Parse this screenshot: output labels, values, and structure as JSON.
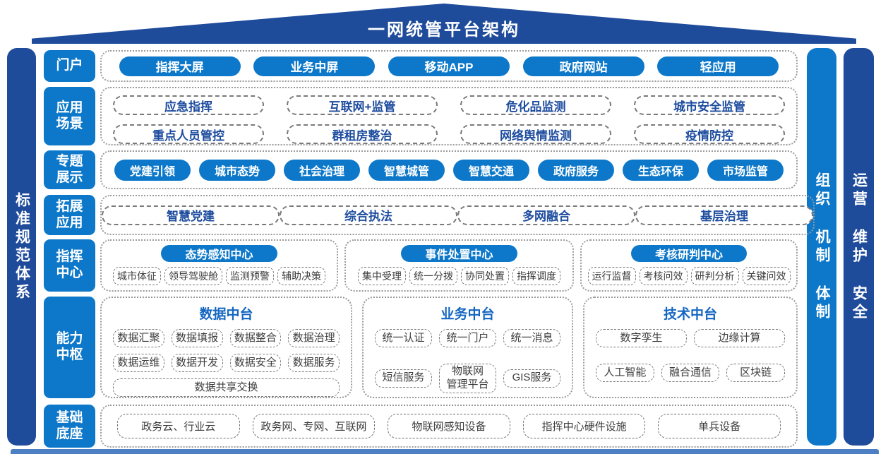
{
  "title": "一网统管平台架构",
  "left_bar": "标准规范体系",
  "right_bars": [
    "组织 机制 体制",
    "运营 维护 安全"
  ],
  "colors": {
    "navy": "#1f4b9b",
    "blue": "#0d78c9",
    "header_text_blue": "#1566c2",
    "pill_text_navy": "#1d4c9e",
    "box_text": "#3d3d3d",
    "bottom_strip": "#4d80c3"
  },
  "rows": [
    {
      "id": "portal",
      "label": "门户",
      "items": [
        "指挥大屏",
        "业务中屏",
        "移动APP",
        "政府网站",
        "轻应用"
      ]
    },
    {
      "id": "scenarios",
      "label": "应用\n场景",
      "items": [
        "应急指挥",
        "互联网+监管",
        "危化品监测",
        "城市安全监管",
        "重点人员管控",
        "群租房整治",
        "网络舆情监测",
        "疫情防控"
      ]
    },
    {
      "id": "topics",
      "label": "专题\n展示",
      "items": [
        "党建引领",
        "城市态势",
        "社会治理",
        "智慧城管",
        "智慧交通",
        "政府服务",
        "生态环保",
        "市场监管"
      ]
    },
    {
      "id": "extensions",
      "label": "拓展\n应用",
      "items": [
        "智慧党建",
        "综合执法",
        "多网融合",
        "基层治理"
      ]
    },
    {
      "id": "command",
      "label": "指挥\n中心",
      "groups": [
        {
          "title": "态势感知中心",
          "items": [
            "城市体征",
            "领导驾驶舱",
            "监测预警",
            "辅助决策"
          ]
        },
        {
          "title": "事件处置中心",
          "items": [
            "集中受理",
            "统一分拨",
            "协同处置",
            "指挥调度"
          ]
        },
        {
          "title": "考核研判中心",
          "items": [
            "运行监督",
            "考核问效",
            "研判分析",
            "关键问效"
          ]
        }
      ]
    },
    {
      "id": "capability",
      "label": "能力\n中枢",
      "groups": [
        {
          "title": "数据中台",
          "rows": [
            [
              "数据汇聚",
              "数据填报",
              "数据整合",
              "数据治理"
            ],
            [
              "数据运维",
              "数据开发",
              "数据安全",
              "数据服务"
            ],
            [
              "数据共享交换"
            ]
          ]
        },
        {
          "title": "业务中台",
          "rows": [
            [
              "统一认证",
              "统一门户",
              "统一消息"
            ],
            [
              "短信服务",
              "物联网\n管理平台",
              "GIS服务"
            ]
          ]
        },
        {
          "title": "技术中台",
          "rows": [
            [
              "数字孪生",
              "边缘计算"
            ],
            [
              "人工智能",
              "融合通信",
              "区块链"
            ]
          ]
        }
      ]
    },
    {
      "id": "foundation",
      "label": "基础\n底座",
      "items": [
        "政务云、行业云",
        "政务网、专网、互联网",
        "物联网感知设备",
        "指挥中心硬件设施",
        "单兵设备"
      ]
    }
  ]
}
